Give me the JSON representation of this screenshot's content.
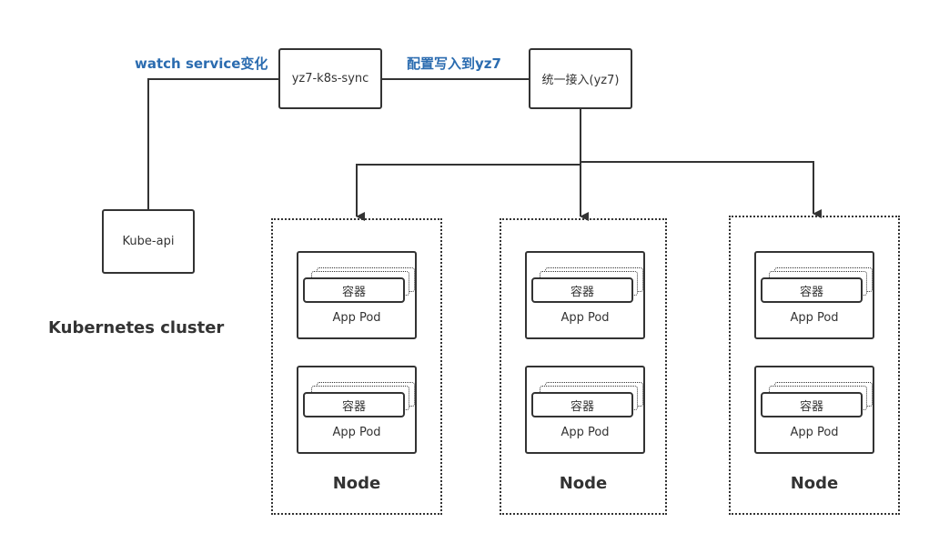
{
  "diagram": {
    "edge_labels": {
      "watch": "watch service变化",
      "write": "配置写入到yz7"
    },
    "components": {
      "sync": "yz7-k8s-sync",
      "gateway": "统一接入(yz7)",
      "kube_api": "Kube-api"
    },
    "cluster_title": "Kubernetes cluster",
    "nodes": [
      {
        "title": "Node",
        "pods": [
          {
            "container": "容器",
            "label": "App Pod"
          },
          {
            "container": "容器",
            "label": "App Pod"
          }
        ]
      },
      {
        "title": "Node",
        "pods": [
          {
            "container": "容器",
            "label": "App Pod"
          },
          {
            "container": "容器",
            "label": "App Pod"
          }
        ]
      },
      {
        "title": "Node",
        "pods": [
          {
            "container": "容器",
            "label": "App Pod"
          },
          {
            "container": "容器",
            "label": "App Pod"
          }
        ]
      }
    ]
  }
}
